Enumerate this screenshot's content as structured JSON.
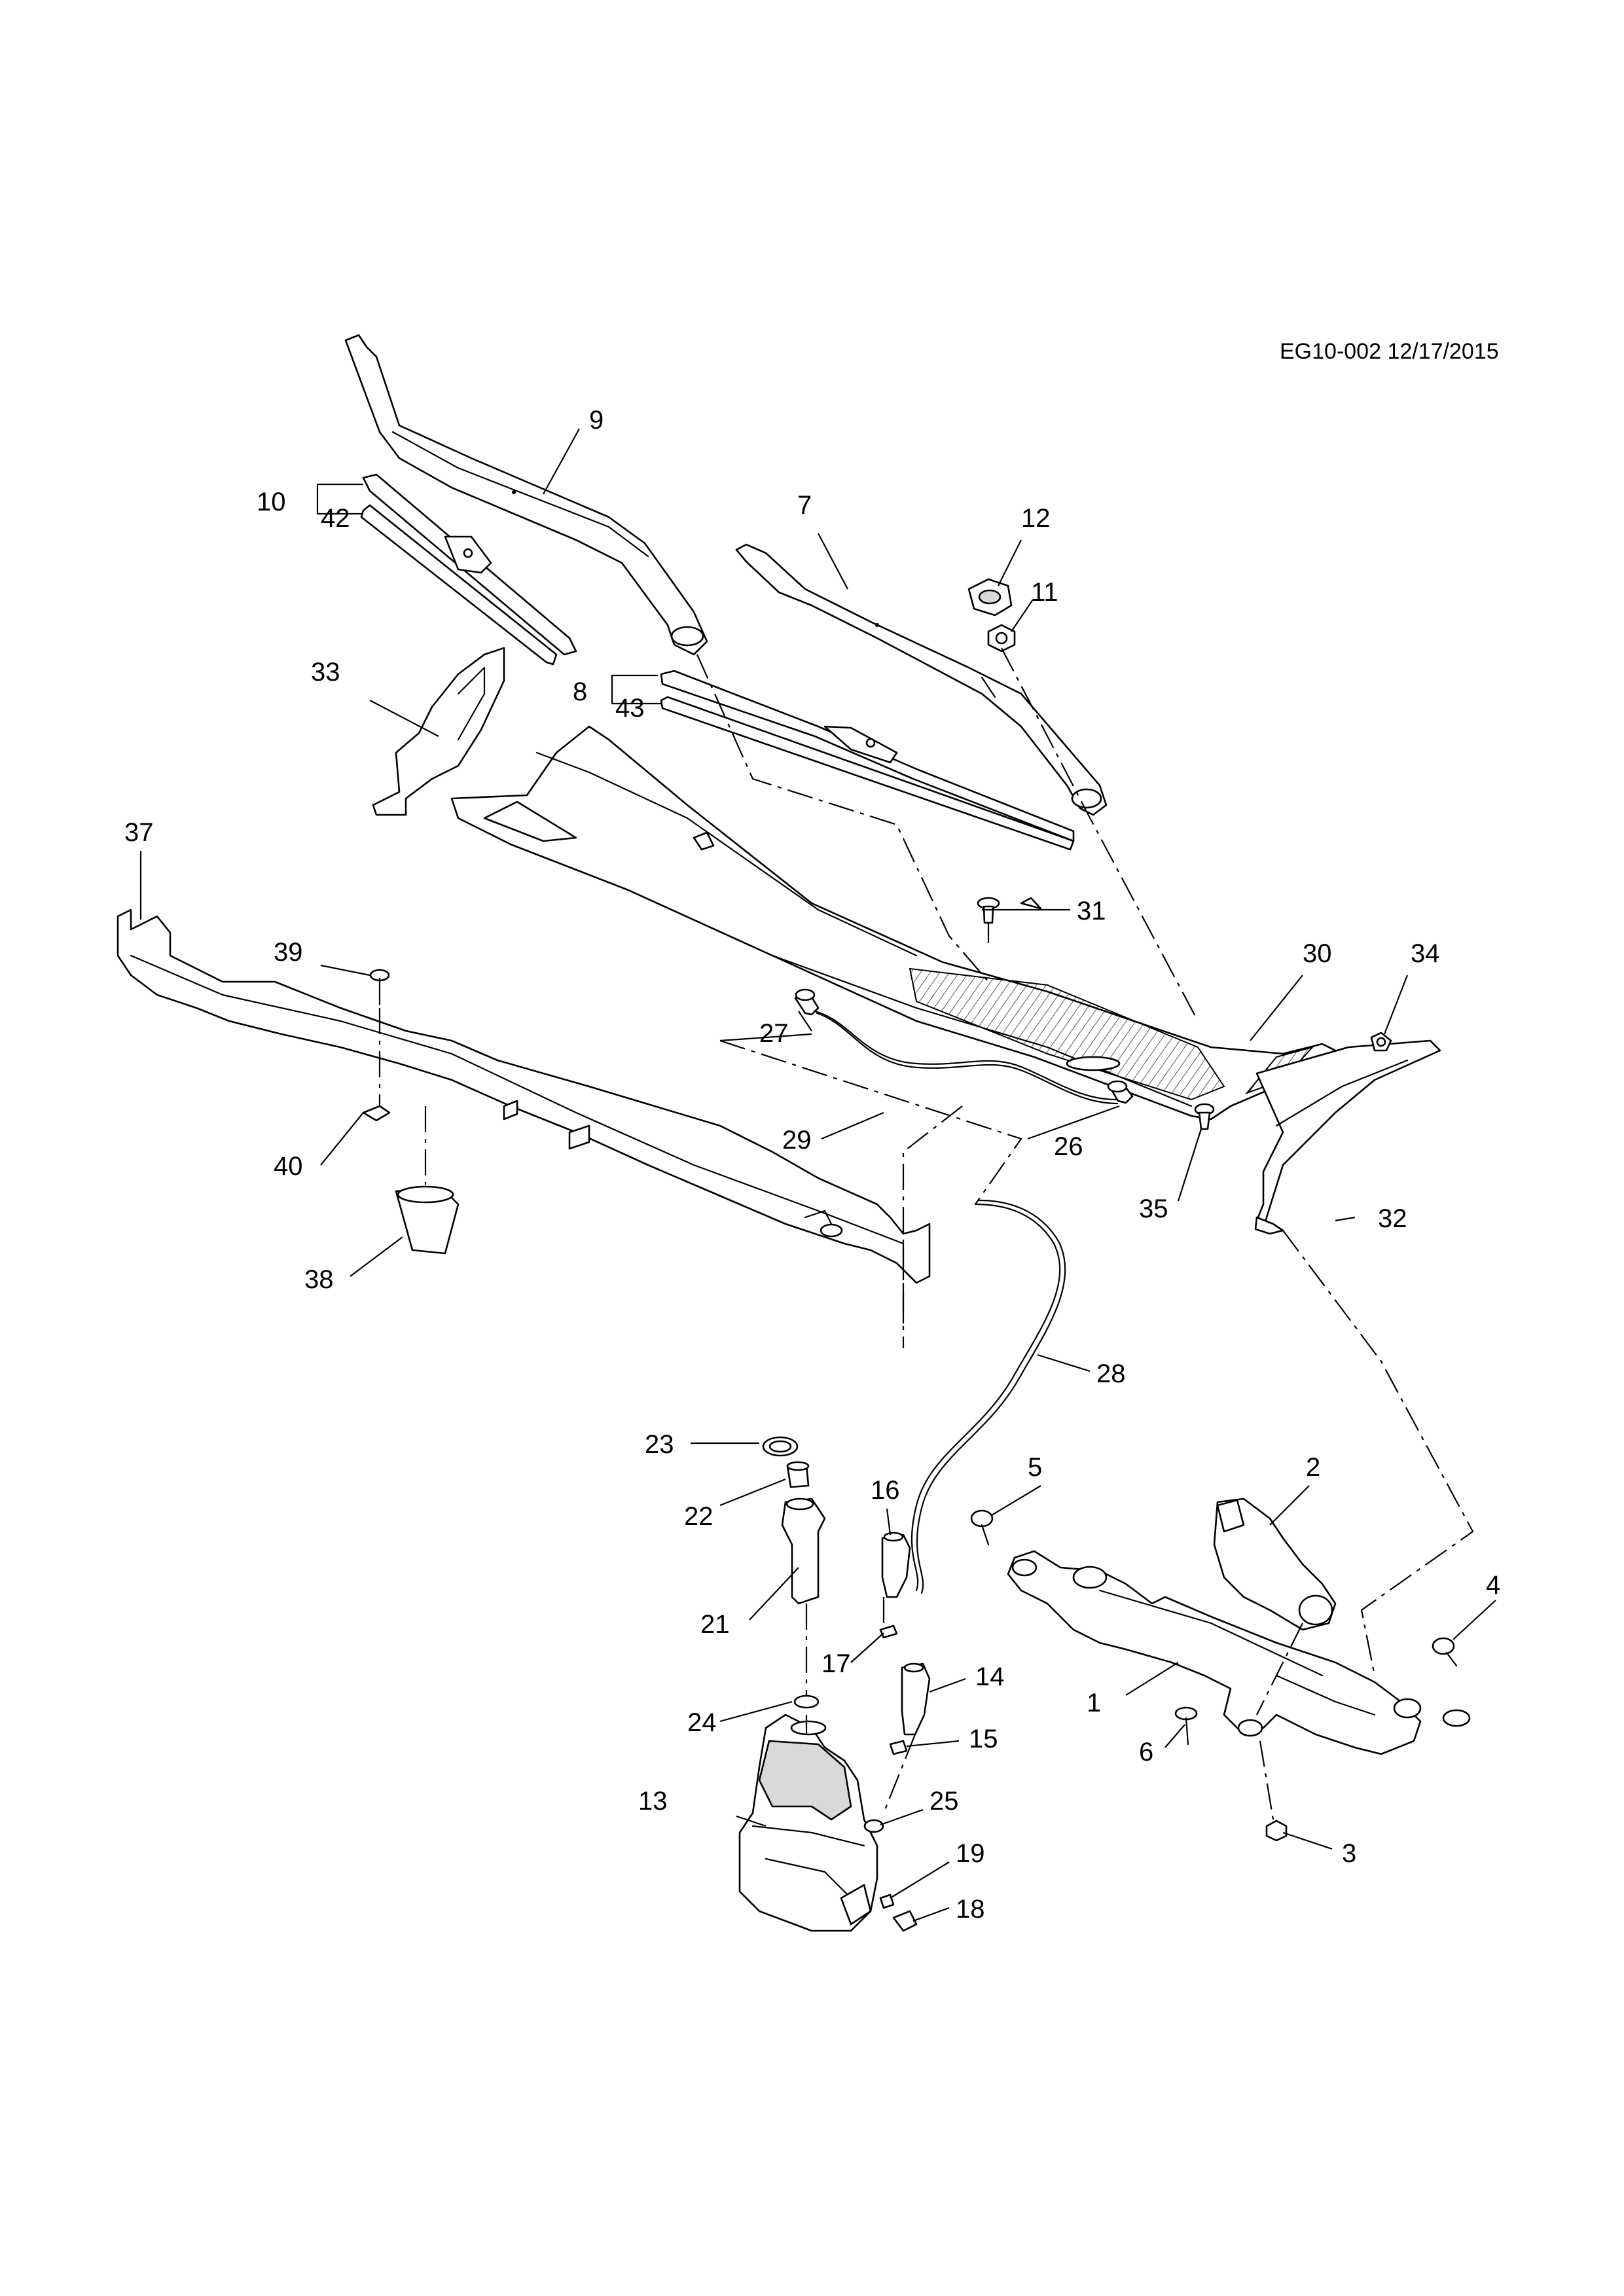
{
  "reference_code": "EG10-002 12/17/2015",
  "callouts": {
    "c1": "1",
    "c2": "2",
    "c3": "3",
    "c4": "4",
    "c5": "5",
    "c6": "6",
    "c7": "7",
    "c8": "8",
    "c9": "9",
    "c10": "10",
    "c11": "11",
    "c12": "12",
    "c13": "13",
    "c14": "14",
    "c15": "15",
    "c16": "16",
    "c17": "17",
    "c18": "18",
    "c19": "19",
    "c21": "21",
    "c22": "22",
    "c23": "23",
    "c24": "24",
    "c25": "25",
    "c26": "26",
    "c27": "27",
    "c28": "28",
    "c29": "29",
    "c30": "30",
    "c31": "31",
    "c32": "32",
    "c33": "33",
    "c34": "34",
    "c35": "35",
    "c37": "37",
    "c38": "38",
    "c39": "39",
    "c40": "40",
    "c42": "42",
    "c43": "43"
  }
}
